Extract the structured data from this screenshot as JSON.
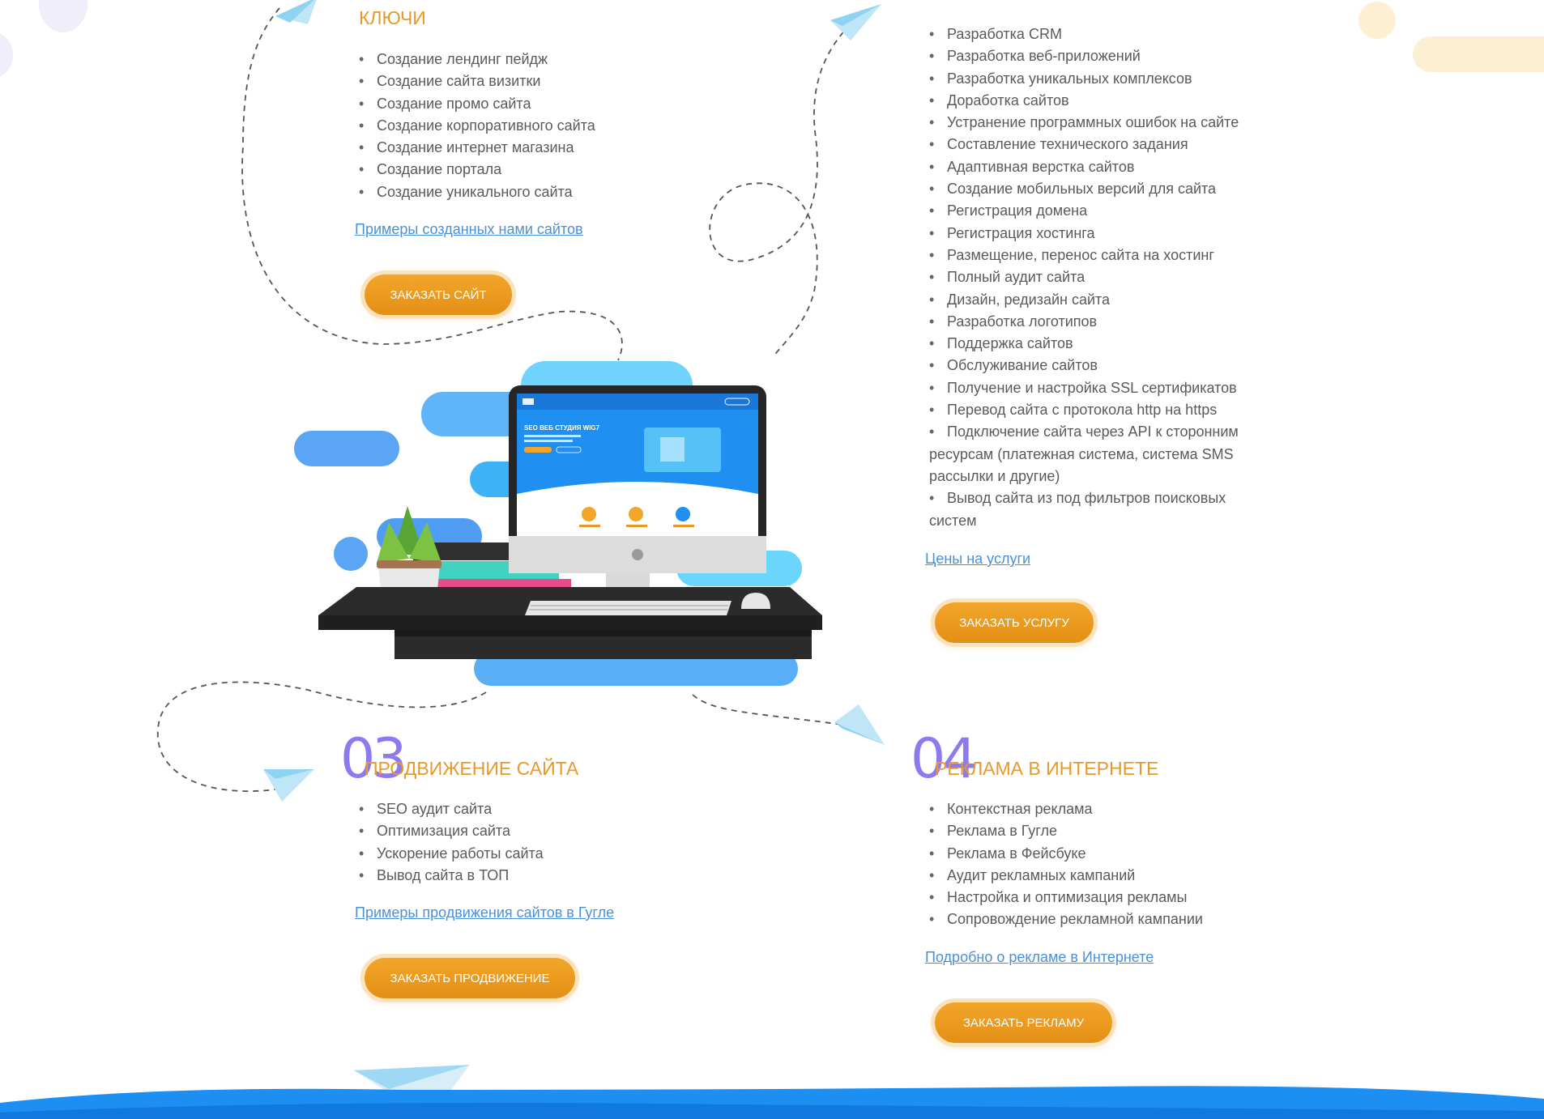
{
  "colors": {
    "accent_orange": "#e8992a",
    "button_orange": "#eea021",
    "number_purple": "#8f79f0",
    "link_blue": "#4a90d9",
    "hero_blue": "#1d8ff2"
  },
  "sections": [
    {
      "title": "КЛЮЧИ",
      "items": [
        "Создание лендинг пейдж",
        "Создание сайта визитки",
        "Создание промо сайта",
        "Создание корпоративного сайта",
        "Создание интернет магазина",
        "Создание портала",
        "Создание уникального сайта"
      ],
      "link": "Примеры созданных нами сайтов",
      "button": "ЗАКАЗАТЬ САЙТ"
    },
    {
      "items": [
        "Разработка CRM",
        "Разработка веб-приложений",
        "Разработка уникальных комплексов",
        "Доработка сайтов",
        "Устранение программных ошибок на сайте",
        "Составление технического задания",
        "Адаптивная верстка сайтов",
        "Создание мобильных версий для сайта",
        "Регистрация домена",
        "Регистрация хостинга",
        "Размещение, перенос сайта на хостинг",
        "Полный аудит сайта",
        "Дизайн, редизайн сайта",
        "Разработка логотипов",
        "Поддержка сайтов",
        "Обслуживание сайтов",
        "Получение и настройка SSL сертификатов",
        "Перевод сайта с протокола http на https",
        "Подключение сайта через API к сторонним ресурсам (платежная система, система SMS рассылки и другие)",
        "Вывод сайта из под фильтров поисковых систем"
      ],
      "link": "Цены на услуги",
      "button": "ЗАКАЗАТЬ УСЛУГУ"
    },
    {
      "number": "03",
      "title": "ПРОДВИЖЕНИЕ САЙТА",
      "items": [
        "SEO аудит сайта",
        "Оптимизация сайта",
        "Ускорение работы сайта",
        "Вывод сайта в ТОП"
      ],
      "link": "Примеры продвижения сайтов в Гугле",
      "button": "ЗАКАЗАТЬ ПРОДВИЖЕНИЕ"
    },
    {
      "number": "04",
      "title": "РЕКЛАМА В ИНТЕРНЕТЕ",
      "items": [
        "Контекстная реклама",
        "Реклама в Гугле",
        "Реклама в Фейсбуке",
        "Аудит рекламных кампаний",
        "Настройка и оптимизация рекламы",
        "Сопровождение рекламной кампании"
      ],
      "link": "Подробно о рекламе в Интернете",
      "button": "ЗАКАЗАТЬ РЕКЛАМУ"
    }
  ],
  "illustration": {
    "screen_heading": "SEO ВЕБ СТУДИЯ WIG7"
  }
}
